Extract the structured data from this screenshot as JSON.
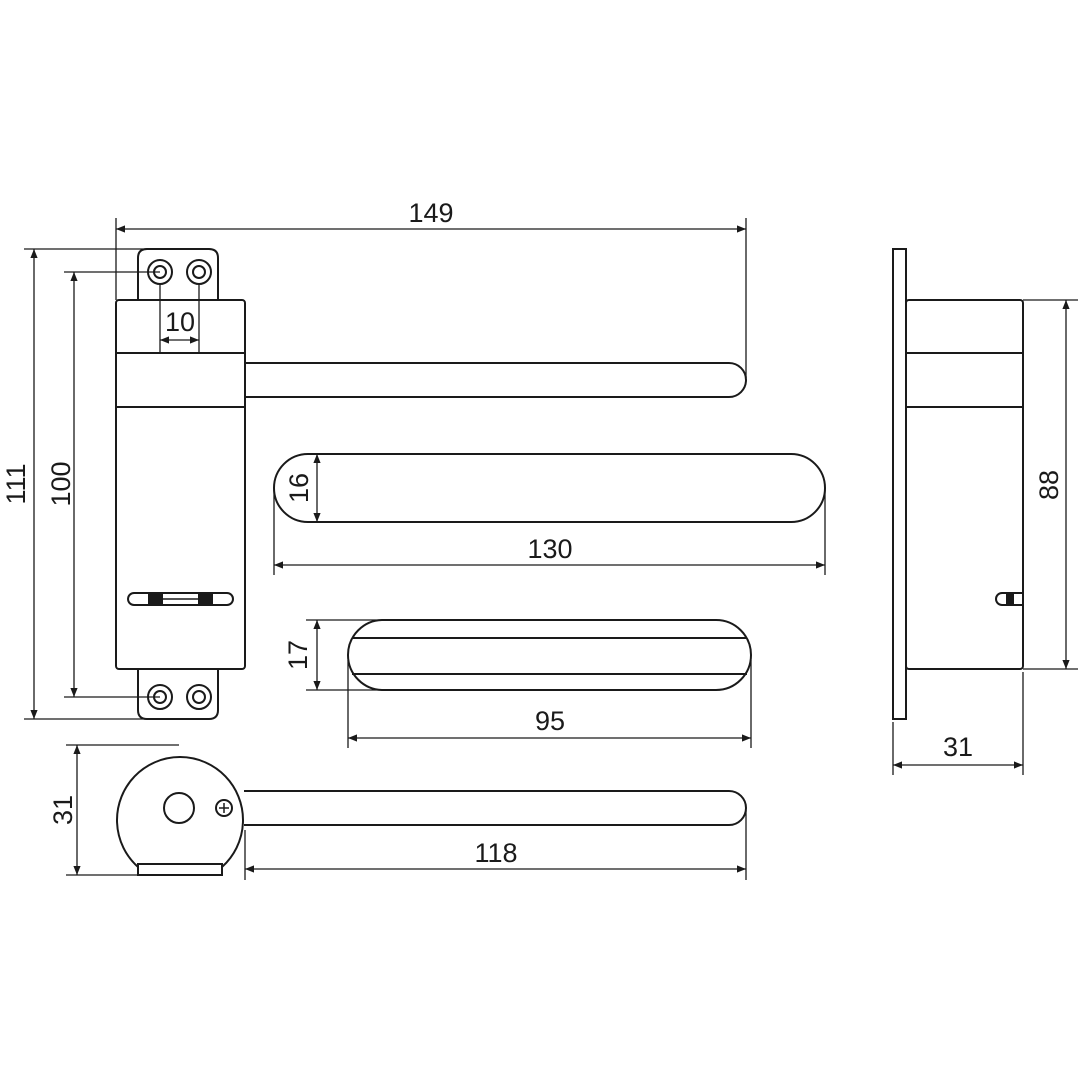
{
  "dimensions": {
    "overall_width": "149",
    "hole_spacing": "10",
    "total_height": "111",
    "body_height": "100",
    "arm_thickness_1": "16",
    "arm_length_1": "130",
    "arm_thickness_2": "17",
    "arm_length_2": "95",
    "base_diameter": "31",
    "arm_reach": "118",
    "side_depth": "31",
    "side_height": "88"
  }
}
